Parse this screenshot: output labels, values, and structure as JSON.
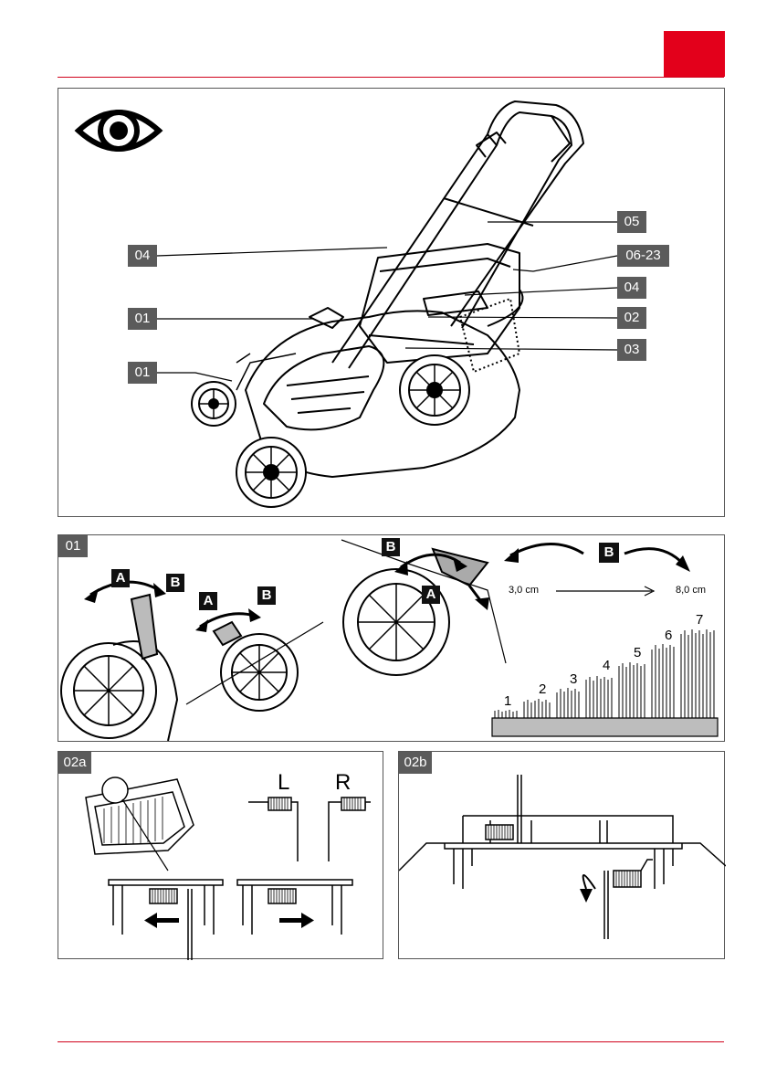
{
  "brand_color": "#e3001b",
  "callout_color": "#5b5b5b",
  "eye_icon": "eye-icon",
  "overview": {
    "callouts_left": [
      "04",
      "01",
      "01"
    ],
    "callouts_right": [
      "05",
      "06-23",
      "04",
      "02",
      "03"
    ]
  },
  "fig01": {
    "tag": "01",
    "letters": [
      "A",
      "B",
      "A",
      "B",
      "B",
      "A",
      "B"
    ],
    "min_height": "3,0 cm",
    "max_height": "8,0 cm",
    "levels": [
      "1",
      "2",
      "3",
      "4",
      "5",
      "6",
      "7"
    ]
  },
  "fig02a": {
    "tag": "02a",
    "left": "L",
    "right": "R"
  },
  "fig02b": {
    "tag": "02b"
  }
}
